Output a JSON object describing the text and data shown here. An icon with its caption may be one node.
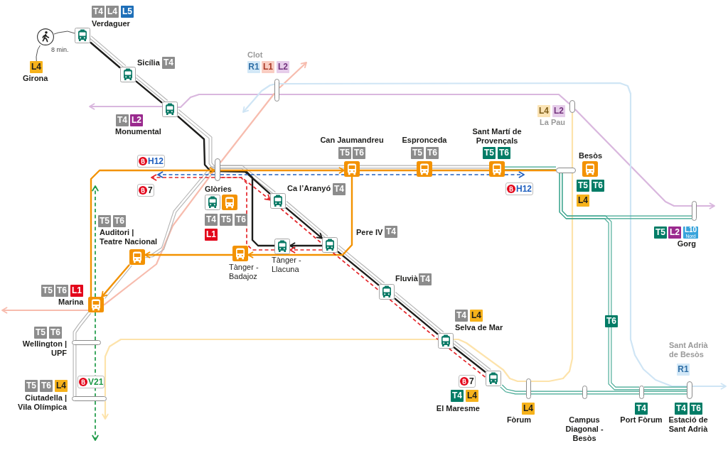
{
  "diagram": {
    "nodes": [
      {
        "text": [],
        "shape": "picture",
        "beside": [
          "T4",
          "L4",
          "L5",
          "Verdaguer"
        ]
      },
      {
        "text": [],
        "shape": "picture",
        "beside": [
          "8 min."
        ]
      },
      {
        "text": [
          "Girona"
        ],
        "beside": [
          "L4"
        ]
      },
      {
        "text": [],
        "shape": "picture",
        "beside": [
          "Sicília",
          "T4"
        ]
      },
      {
        "text": [],
        "shape": "bar",
        "beside": [
          "Clot",
          "R1",
          "L1",
          "L2"
        ]
      },
      {
        "text": [],
        "shape": "picture",
        "beside": [
          "T4",
          "L2",
          "Monumental"
        ]
      },
      {
        "text": [],
        "shape": "bar",
        "beside": [
          "L4",
          "L2",
          "La Pau"
        ]
      },
      {
        "text": [],
        "shape": "picture",
        "beside": [
          "Can Jaumandreu",
          "T5",
          "T6"
        ]
      },
      {
        "text": [],
        "shape": "picture",
        "beside": [
          "Espronceda",
          "T5",
          "T6"
        ]
      },
      {
        "text": [],
        "shape": "picture",
        "beside": [
          "Sant Martí de Provençals",
          "T5",
          "T6"
        ]
      },
      {
        "text": [],
        "shape": "bar",
        "beside": [
          "Glòries",
          "T4",
          "T5",
          "T6",
          "L1"
        ]
      },
      {
        "text": [],
        "shape": "bar",
        "beside": [
          "Besòs",
          "T5",
          "T6",
          "L4"
        ]
      },
      {
        "text": [],
        "shape": "picture",
        "beside": [
          "Ca l’Aranyó",
          "T4"
        ]
      },
      {
        "text": [],
        "shape": "bar",
        "beside": [
          "T5",
          "L2",
          "L10$_{Nord}$",
          "Gorg"
        ]
      },
      {
        "text": [],
        "shape": "picture",
        "beside": [
          "T5",
          "T6",
          "Auditori | Teatre Nacional"
        ]
      },
      {
        "text": [],
        "shape": "picture",
        "beside": [
          "Pere IV",
          "T4"
        ]
      },
      {
        "text": [],
        "shape": "picture",
        "beside": [
          "Tànger - Llacuna"
        ]
      },
      {
        "text": [],
        "shape": "picture",
        "beside": [
          "Tànger - Badajoz"
        ]
      },
      {
        "text": [],
        "shape": "picture",
        "beside": [
          "Fluvià",
          "T4"
        ]
      },
      {
        "text": [],
        "shape": "picture",
        "beside": [
          "T5",
          "T6",
          "L1",
          "Marina"
        ]
      },
      {
        "text": [],
        "shape": "picture",
        "beside": [
          "T4",
          "L4",
          "Selva de Mar"
        ]
      },
      {
        "text": [],
        "shape": "bar",
        "beside": [
          "T5",
          "T6",
          "Wellington | UPF"
        ]
      },
      {
        "text": [],
        "shape": "picture",
        "beside": [
          "T4",
          "L4",
          "El Maresme"
        ]
      },
      {
        "text": [],
        "shape": "bar",
        "beside": [
          "T5",
          "T6",
          "L4",
          "Ciutadella | Vila Olímpica"
        ]
      },
      {
        "text": [],
        "shape": "bar",
        "beside": [
          "L4",
          "Fòrum"
        ]
      },
      {
        "text": [],
        "shape": "bar",
        "beside": [
          "Campus Diagonal - Besòs"
        ]
      },
      {
        "text": [],
        "shape": "bar",
        "beside": [
          "T4",
          "Port Fòrum"
        ]
      },
      {
        "text": [],
        "shape": "bar",
        "beside": [
          "Sant Adrià de Besòs",
          "R1",
          "T4",
          "T6",
          "Estació de Sant Adrià"
        ]
      }
    ],
    "edges": [
      {
        "from": 2,
        "to": 1,
        "arrow": "none",
        "color": "#555555"
      },
      {
        "from": 1,
        "to": 0,
        "arrow": "none",
        "color": "#555555"
      },
      {
        "from": 0,
        "to": 3,
        "arrow": "none"
      },
      {
        "from": 3,
        "to": 5,
        "arrow": "none"
      },
      {
        "from": 5,
        "to": 10,
        "arrow": "none"
      },
      {
        "from": 10,
        "to": 12,
        "arrow": "none"
      },
      {
        "from": 12,
        "to": 15,
        "arrow": "none"
      },
      {
        "from": 15,
        "to": 18,
        "arrow": "none"
      },
      {
        "from": 18,
        "to": 20,
        "arrow": "none"
      },
      {
        "from": 20,
        "to": 22,
        "arrow": "none"
      },
      {
        "from": 22,
        "to": 24,
        "arrow": "none",
        "color": "#3ca58f"
      },
      {
        "from": 24,
        "to": 25,
        "arrow": "none",
        "color": "#3ca58f"
      },
      {
        "from": 25,
        "to": 26,
        "arrow": "none",
        "color": "#3ca58f"
      },
      {
        "from": 26,
        "to": 27,
        "arrow": "none",
        "color": "#3ca58f"
      },
      {
        "from": 10,
        "to": 7,
        "arrow": "none"
      },
      {
        "from": 7,
        "to": 8,
        "arrow": "none"
      },
      {
        "from": 8,
        "to": 9,
        "arrow": "none"
      },
      {
        "from": 9,
        "to": 11,
        "arrow": "none",
        "color": "#3ca58f"
      },
      {
        "from": 11,
        "to": 13,
        "arrow": "none",
        "color": "#3ca58f"
      },
      {
        "from": 11,
        "to": 26,
        "arrow": "none",
        "color": "#3ca58f",
        "label": "T6"
      },
      {
        "from": 26,
        "to": 27,
        "arrow": "none",
        "color": "#3ca58f"
      },
      {
        "from": 10,
        "to": 14,
        "arrow": "none"
      },
      {
        "from": 14,
        "to": 19,
        "arrow": "none"
      },
      {
        "from": 19,
        "to": 21,
        "arrow": "none"
      },
      {
        "from": 21,
        "to": 23,
        "arrow": "none"
      },
      {
        "from": 0,
        "to": 3,
        "arrow": "none",
        "color": "#1d1d1b"
      },
      {
        "from": 3,
        "to": 5,
        "arrow": "none",
        "color": "#1d1d1b"
      },
      {
        "from": 5,
        "to": 10,
        "arrow": "none",
        "color": "#1d1d1b"
      },
      {
        "from": 10,
        "to": 12,
        "arrow": "none",
        "color": "#1d1d1b"
      },
      {
        "from": 12,
        "to": 15,
        "arrow": "to",
        "color": "#1d1d1b"
      },
      {
        "from": 15,
        "to": 18,
        "arrow": "none",
        "color": "#1d1d1b"
      },
      {
        "from": 18,
        "to": 20,
        "arrow": "none",
        "color": "#1d1d1b"
      },
      {
        "from": 20,
        "to": 22,
        "arrow": "none",
        "color": "#1d1d1b"
      },
      {
        "from": 15,
        "to": 16,
        "arrow": "to",
        "color": "#1d1d1b"
      },
      {
        "from": 16,
        "to": 10,
        "arrow": "none",
        "color": "#1d1d1b"
      },
      {
        "from": 19,
        "to": 10,
        "arrow": "to",
        "color": "#f39200"
      },
      {
        "from": 10,
        "to": 7,
        "arrow": "to",
        "color": "#f39200"
      },
      {
        "from": 7,
        "to": 8,
        "arrow": "none",
        "color": "#f39200"
      },
      {
        "from": 8,
        "to": 9,
        "arrow": "none",
        "color": "#f39200"
      },
      {
        "from": 9,
        "to": 11,
        "arrow": "none",
        "color": "#f39200"
      },
      {
        "from": 7,
        "to": 17,
        "arrow": "to",
        "color": "#f39200"
      },
      {
        "from": 17,
        "to": 14,
        "arrow": "to",
        "color": "#f39200"
      },
      {
        "from": 14,
        "to": 19,
        "arrow": "to",
        "color": "#f39200"
      },
      {
        "from": 10,
        "to": null,
        "arrow": "to",
        "style": "dashed",
        "color": "#e4262b",
        "label": "7"
      },
      {
        "from": 10,
        "to": 12,
        "arrow": "to",
        "style": "dashed",
        "color": "#e4262b"
      },
      {
        "from": 12,
        "to": 15,
        "arrow": "none",
        "style": "dashed",
        "color": "#e4262b"
      },
      {
        "from": 15,
        "to": 18,
        "arrow": "none",
        "style": "dashed",
        "color": "#e4262b"
      },
      {
        "from": 18,
        "to": 20,
        "arrow": "none",
        "style": "dashed",
        "color": "#e4262b"
      },
      {
        "from": 20,
        "to": 22,
        "arrow": "none",
        "style": "dashed",
        "color": "#e4262b",
        "label": "7"
      },
      {
        "from": 15,
        "to": 16,
        "arrow": "to",
        "style": "dashed",
        "color": "#e4262b"
      },
      {
        "from": 16,
        "to": 10,
        "arrow": "none",
        "style": "dashed",
        "color": "#e4262b"
      },
      {
        "from": 10,
        "to": null,
        "arrow": "to",
        "style": "dashed",
        "color": "#2361c0",
        "label": "H12"
      },
      {
        "from": 10,
        "to": 7,
        "arrow": "none",
        "style": "dashed",
        "color": "#2361c0"
      },
      {
        "from": 7,
        "to": 8,
        "arrow": "none",
        "style": "dashed",
        "color": "#2361c0"
      },
      {
        "from": 8,
        "to": 9,
        "arrow": "none",
        "style": "dashed",
        "color": "#2361c0"
      },
      {
        "from": 9,
        "to": null,
        "arrow": "to",
        "style": "dashed",
        "color": "#2361c0",
        "label": "H12"
      },
      {
        "from": 19,
        "to": null,
        "arrow": "to",
        "style": "dashed",
        "color": "#1e9a48"
      },
      {
        "from": 19,
        "to": 21,
        "arrow": "none",
        "style": "dashed",
        "color": "#1e9a48"
      },
      {
        "from": 21,
        "to": 23,
        "arrow": "none",
        "style": "dashed",
        "color": "#1e9a48",
        "label": "V21"
      },
      {
        "from": 23,
        "to": null,
        "arrow": "to",
        "style": "dashed",
        "color": "#1e9a48"
      },
      {
        "from": 5,
        "to": null,
        "arrow": "to",
        "color": "#d9b7de"
      },
      {
        "from": 5,
        "to": 4,
        "arrow": "none",
        "color": "#d9b7de"
      },
      {
        "from": 4,
        "to": 6,
        "arrow": "none",
        "color": "#d9b7de"
      },
      {
        "from": 6,
        "to": 13,
        "arrow": "none",
        "color": "#d9b7de"
      },
      {
        "from": 13,
        "to": null,
        "arrow": "to",
        "color": "#d9b7de"
      },
      {
        "from": 19,
        "to": null,
        "arrow": "to",
        "color": "#f7bcae"
      },
      {
        "from": 19,
        "to": 10,
        "arrow": "none",
        "color": "#f7bcae"
      },
      {
        "from": 10,
        "to": 4,
        "arrow": "none",
        "color": "#f7bcae"
      },
      {
        "from": 4,
        "to": null,
        "arrow": "to",
        "color": "#f7bcae"
      },
      {
        "from": 4,
        "to": null,
        "arrow": "to",
        "color": "#cfe5f5"
      },
      {
        "from": 4,
        "to": 27,
        "arrow": "none",
        "color": "#cfe5f5"
      },
      {
        "from": 27,
        "to": null,
        "arrow": "to",
        "color": "#cfe5f5"
      },
      {
        "from": 23,
        "to": null,
        "arrow": "to",
        "color": "#fde3ab"
      },
      {
        "from": 23,
        "to": 20,
        "arrow": "none",
        "color": "#fde3ab"
      },
      {
        "from": 20,
        "to": 24,
        "arrow": "none",
        "color": "#fde3ab"
      },
      {
        "from": 24,
        "to": 11,
        "arrow": "none",
        "color": "#fde3ab"
      },
      {
        "from": 11,
        "to": 6,
        "arrow": "none",
        "color": "#fde3ab"
      }
    ]
  }
}
